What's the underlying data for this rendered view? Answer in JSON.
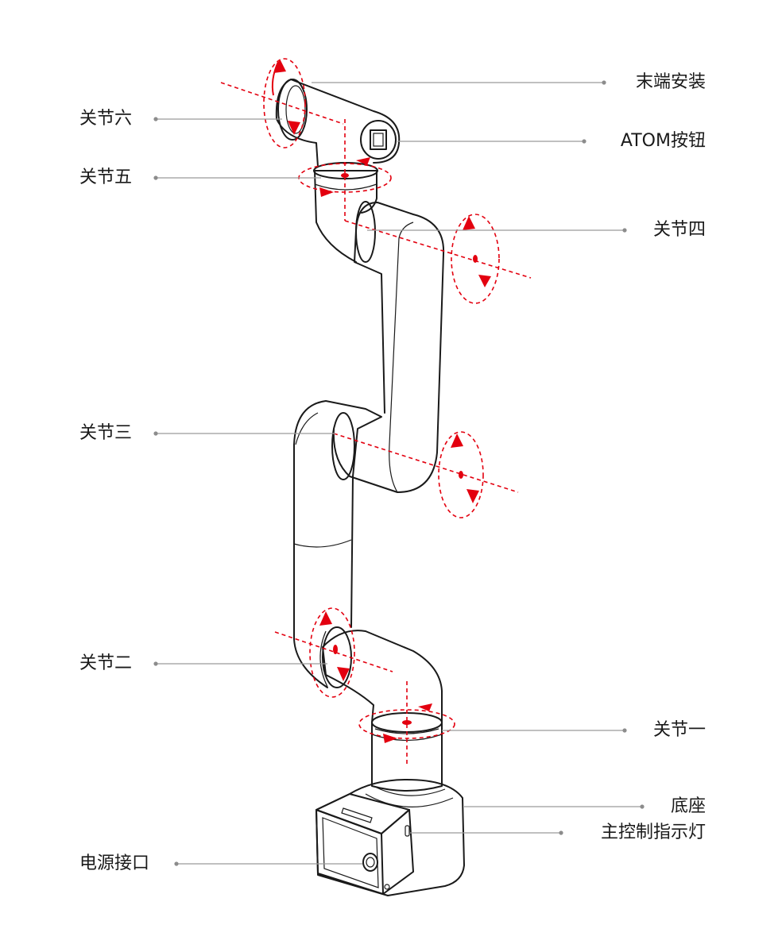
{
  "labels": {
    "end_mount": "末端安装",
    "joint6": "关节六",
    "atom_button": "ATOM按钮",
    "joint5": "关节五",
    "joint4": "关节四",
    "joint3": "关节三",
    "joint2": "关节二",
    "joint1": "关节一",
    "base": "底座",
    "main_indicator": "主控制指示灯",
    "power_port": "电源接口"
  },
  "colors": {
    "axis_red": "#e3000f",
    "outline": "#1a1a1a",
    "leader_gray": "#9a9a9a"
  }
}
